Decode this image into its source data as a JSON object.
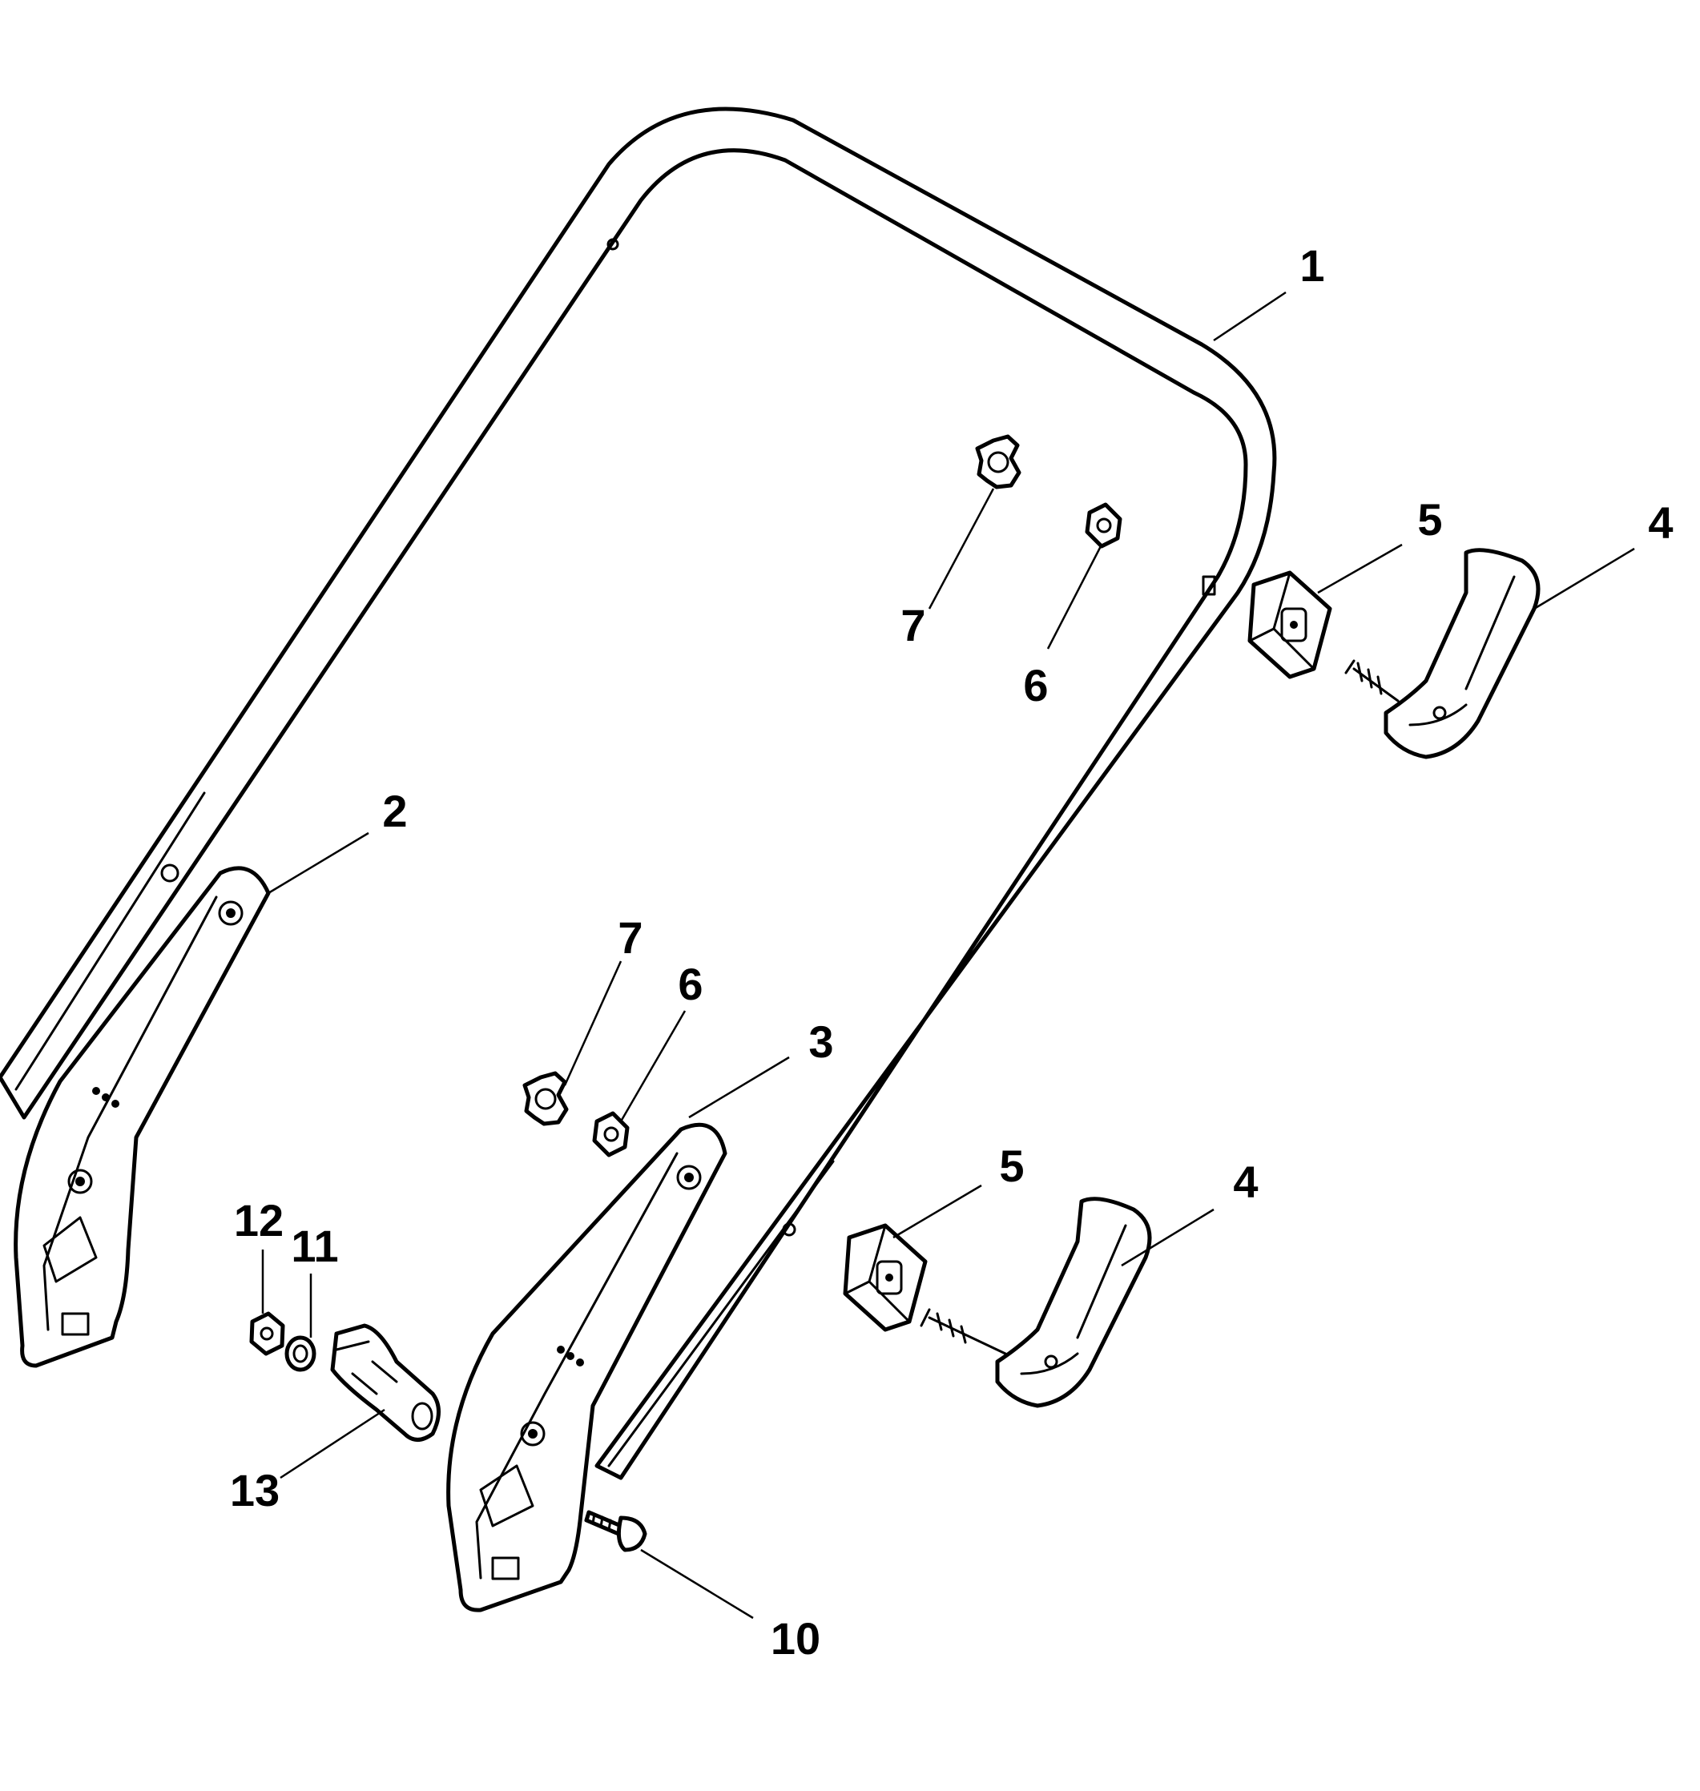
{
  "callouts": {
    "handle_upper": "1",
    "lower_handle_left": "2",
    "lower_handle_right": "3",
    "knob_upper": "4",
    "knob_lower": "4",
    "clamp_block_upper": "5",
    "clamp_block_lower": "5",
    "nut_upper": "6",
    "nut_lower": "6",
    "star_nut_upper": "7",
    "star_nut_lower": "7",
    "screw": "10",
    "washer": "11",
    "small_nut": "12",
    "cable_clip": "13"
  }
}
